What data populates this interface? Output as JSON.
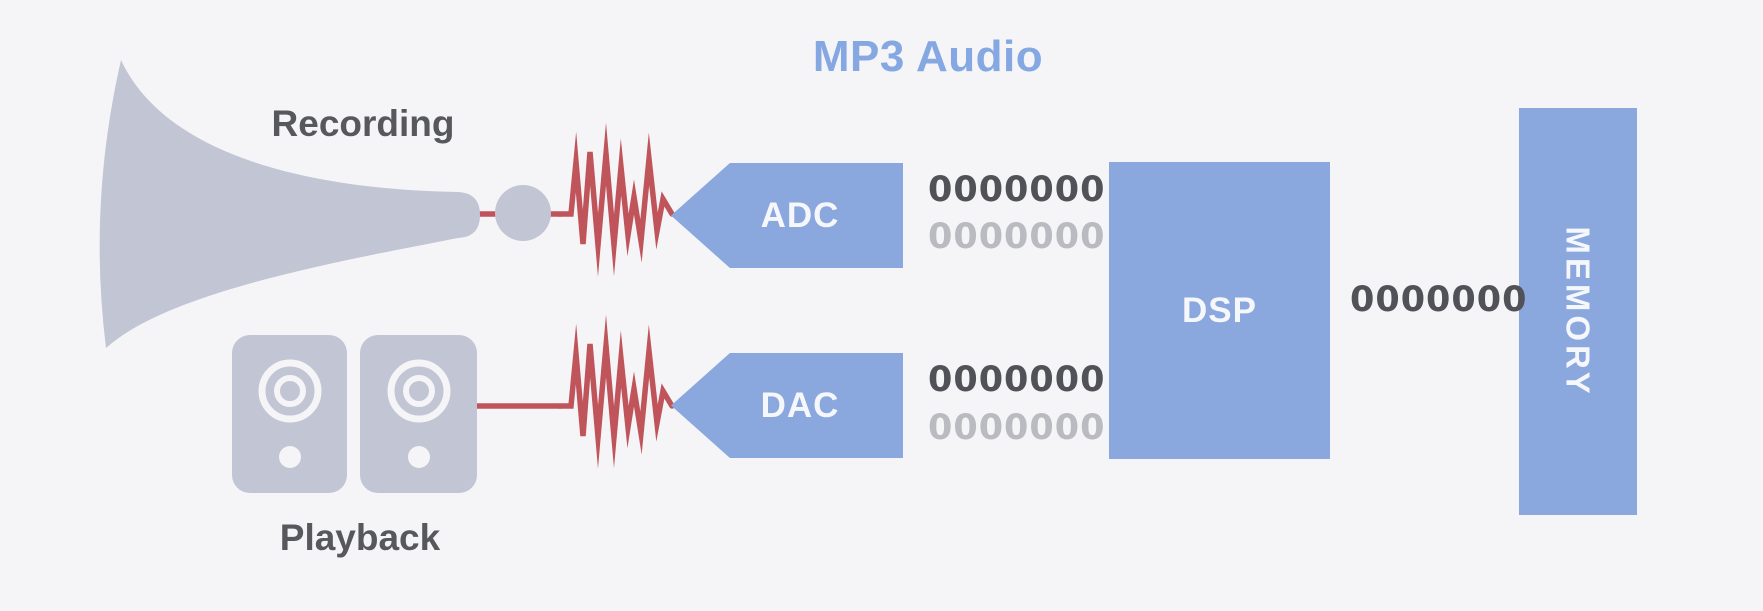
{
  "title": {
    "text": "MP3 Audio"
  },
  "stage_labels": {
    "recording": "Recording",
    "playback": "Playback"
  },
  "blocks": {
    "adc": {
      "label": "ADC"
    },
    "dac": {
      "label": "DAC"
    },
    "dsp": {
      "label": "DSP"
    },
    "memory": {
      "label": "MEMORY"
    }
  },
  "bitstreams": {
    "adc_primary": "0000000",
    "adc_secondary": "0000000",
    "dac_primary": "0000000",
    "dac_secondary": "0000000",
    "dsp_to_memory": "0000000"
  },
  "icons": {
    "recording_source": "horn-icon",
    "microphone": "mic-capsule-icon",
    "playback_output": "speakers-icon",
    "analog_signal": "analog-waveform-icon"
  },
  "colors": {
    "background": "#f5f5f7",
    "accent_blue": "#8aa7de",
    "title_blue": "#85a8e3",
    "shape_gray": "#c2c5d3",
    "waveform_red": "#bf545b",
    "label_dark": "#57585c",
    "bits_dark": "#515257",
    "bits_light": "#b9bbc0",
    "block_text": "#f5f7fb"
  }
}
